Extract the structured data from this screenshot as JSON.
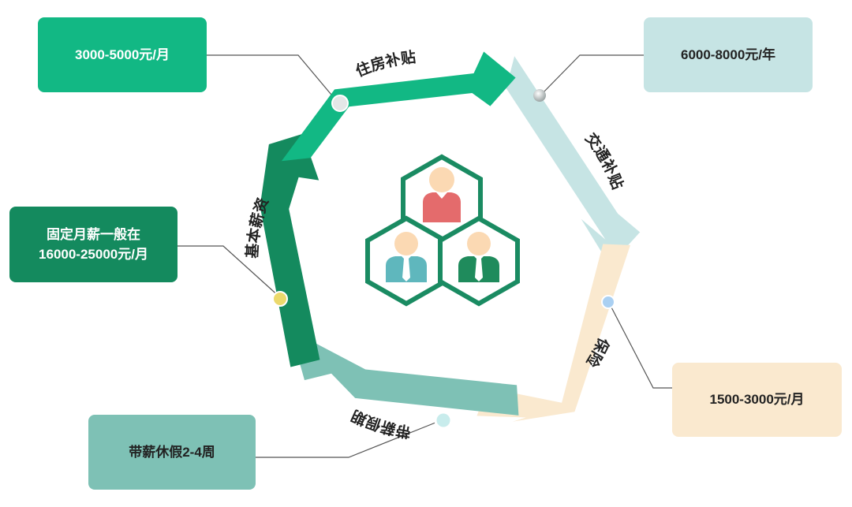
{
  "colors": {
    "housing": "#12b884",
    "transport": "#c6e4e4",
    "insurance": "#fae9cf",
    "vacation": "#7ec1b5",
    "salary": "#148a5e",
    "people_frame": "#1a8b62",
    "person_top": "#e46b6c",
    "person_left": "#5fb7bd",
    "person_right": "#1f8b5c",
    "skin": "#fbd9b3"
  },
  "center_icon": "three-people-hexagon-icon",
  "segments": [
    {
      "key": "housing",
      "label": "住房补贴",
      "value": "3000-5000元/月"
    },
    {
      "key": "transport",
      "label": "交通补贴",
      "value": "6000-8000元/年"
    },
    {
      "key": "insurance",
      "label": "保险",
      "value": "1500-3000元/月"
    },
    {
      "key": "vacation",
      "label": "带薪假期",
      "value": "带薪休假2-4周"
    },
    {
      "key": "salary",
      "label": "基本薪资",
      "value_line1": "固定月薪一般在",
      "value_line2": "16000-25000元/月"
    }
  ]
}
